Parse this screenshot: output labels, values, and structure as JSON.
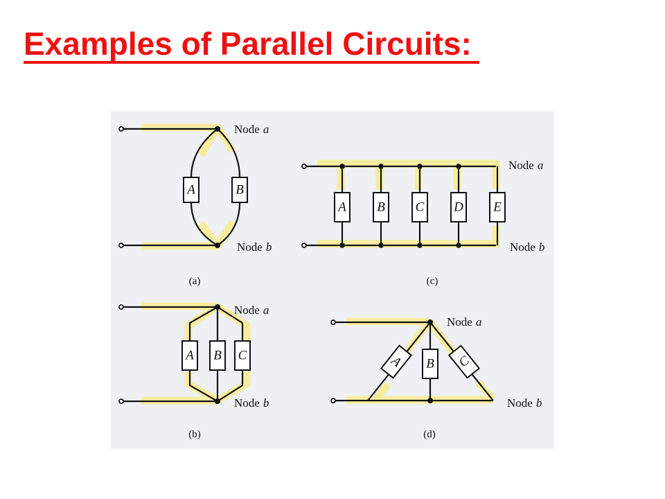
{
  "slide": {
    "title": "Examples of Parallel Circuits:  ",
    "title_color": "#ee1111"
  },
  "figure": {
    "background": "#eef0f3",
    "highlight_color": "#f7eda1",
    "node_label": "Node",
    "panels": {
      "a": {
        "caption": "(a)",
        "node_top": "a",
        "node_bottom": "b",
        "components": [
          "A",
          "B"
        ]
      },
      "b": {
        "caption": "(b)",
        "node_top": "a",
        "node_bottom": "b",
        "components": [
          "A",
          "B",
          "C"
        ]
      },
      "c": {
        "caption": "(c)",
        "node_top": "a",
        "node_bottom": "b",
        "components": [
          "A",
          "B",
          "C",
          "D",
          "E"
        ]
      },
      "d": {
        "caption": "(d)",
        "node_top": "a",
        "node_bottom": "b",
        "components": [
          "A",
          "B",
          "C"
        ]
      }
    }
  }
}
